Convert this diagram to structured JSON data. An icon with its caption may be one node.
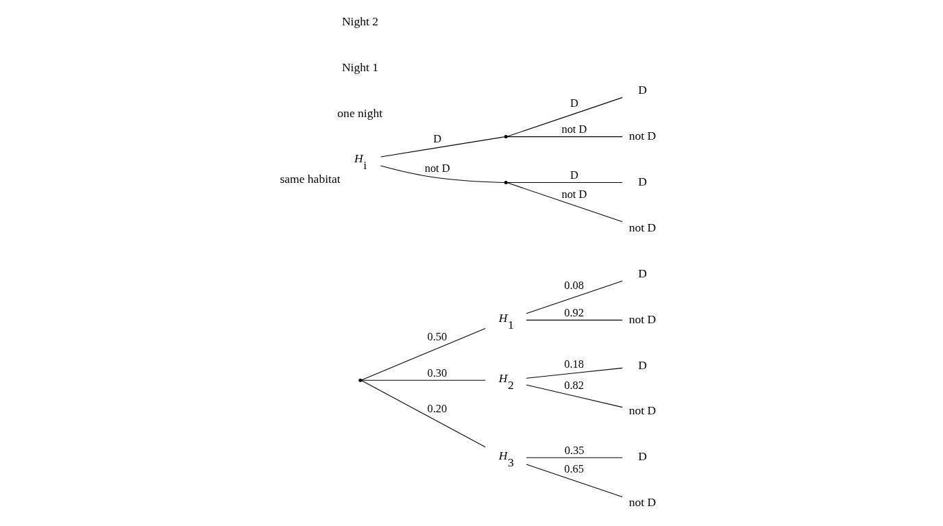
{
  "diagram": {
    "nodes": [
      {
        "text": [],
        "shape": "point"
      },
      {
        "text": [
          "H$_{1}$"
        ]
      },
      {
        "text": [
          "D"
        ]
      },
      {
        "text": [
          "not D"
        ]
      },
      {
        "text": [
          "H$_{2}$"
        ]
      },
      {
        "text": [
          "D"
        ]
      },
      {
        "text": [
          "not D"
        ]
      },
      {
        "text": [
          "H$_{3}$"
        ]
      },
      {
        "text": [
          "D"
        ]
      },
      {
        "text": [
          "not D"
        ]
      },
      {
        "text": [
          "H$_{i}$"
        ],
        "beside": [
          "same habitat"
        ]
      },
      {
        "text": [],
        "shape": "point"
      },
      {
        "text": [
          "D"
        ]
      },
      {
        "text": [
          "not D"
        ]
      },
      {
        "text": [],
        "shape": "point"
      },
      {
        "text": [
          "D"
        ]
      },
      {
        "text": [
          "not D"
        ]
      }
    ],
    "edges": [
      {
        "from": 0,
        "to": 1,
        "arrow": "none",
        "label": "0.50"
      },
      {
        "from": 0,
        "to": 4,
        "arrow": "none",
        "label": "0.30"
      },
      {
        "from": 0,
        "to": 7,
        "arrow": "none",
        "label": "0.20"
      },
      {
        "from": 1,
        "to": 2,
        "arrow": "none",
        "label": "0.08"
      },
      {
        "from": 1,
        "to": 3,
        "arrow": "none",
        "label": "0.92"
      },
      {
        "from": 4,
        "to": 5,
        "arrow": "none",
        "label": "0.18"
      },
      {
        "from": 4,
        "to": 6,
        "arrow": "none",
        "label": "0.82"
      },
      {
        "from": 7,
        "to": 8,
        "arrow": "none",
        "label": "0.35"
      },
      {
        "from": 7,
        "to": 9,
        "arrow": "none",
        "label": "0.65"
      },
      {
        "from": 10,
        "to": 11,
        "arrow": "none",
        "label": "D"
      },
      {
        "from": 10,
        "to": 14,
        "arrow": "none",
        "label": "not D"
      },
      {
        "from": 11,
        "to": 12,
        "arrow": "none",
        "label": "D"
      },
      {
        "from": 11,
        "to": 13,
        "arrow": "none",
        "label": "not D"
      },
      {
        "from": 14,
        "to": 15,
        "arrow": "none",
        "label": "D"
      },
      {
        "from": 14,
        "to": 16,
        "arrow": "none",
        "label": "not D"
      }
    ],
    "labels": [
      "one night",
      "Night 1",
      "Night 2"
    ]
  }
}
